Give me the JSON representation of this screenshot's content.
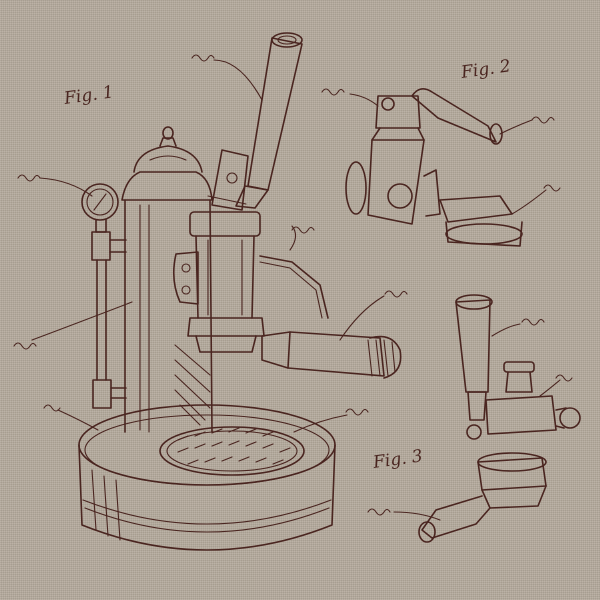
{
  "figures": {
    "fig1": "Fig. 1",
    "fig2": "Fig. 2",
    "fig3": "Fig. 3"
  },
  "colors": {
    "linen": "#b4aa9c",
    "thread": "#4a2520"
  }
}
